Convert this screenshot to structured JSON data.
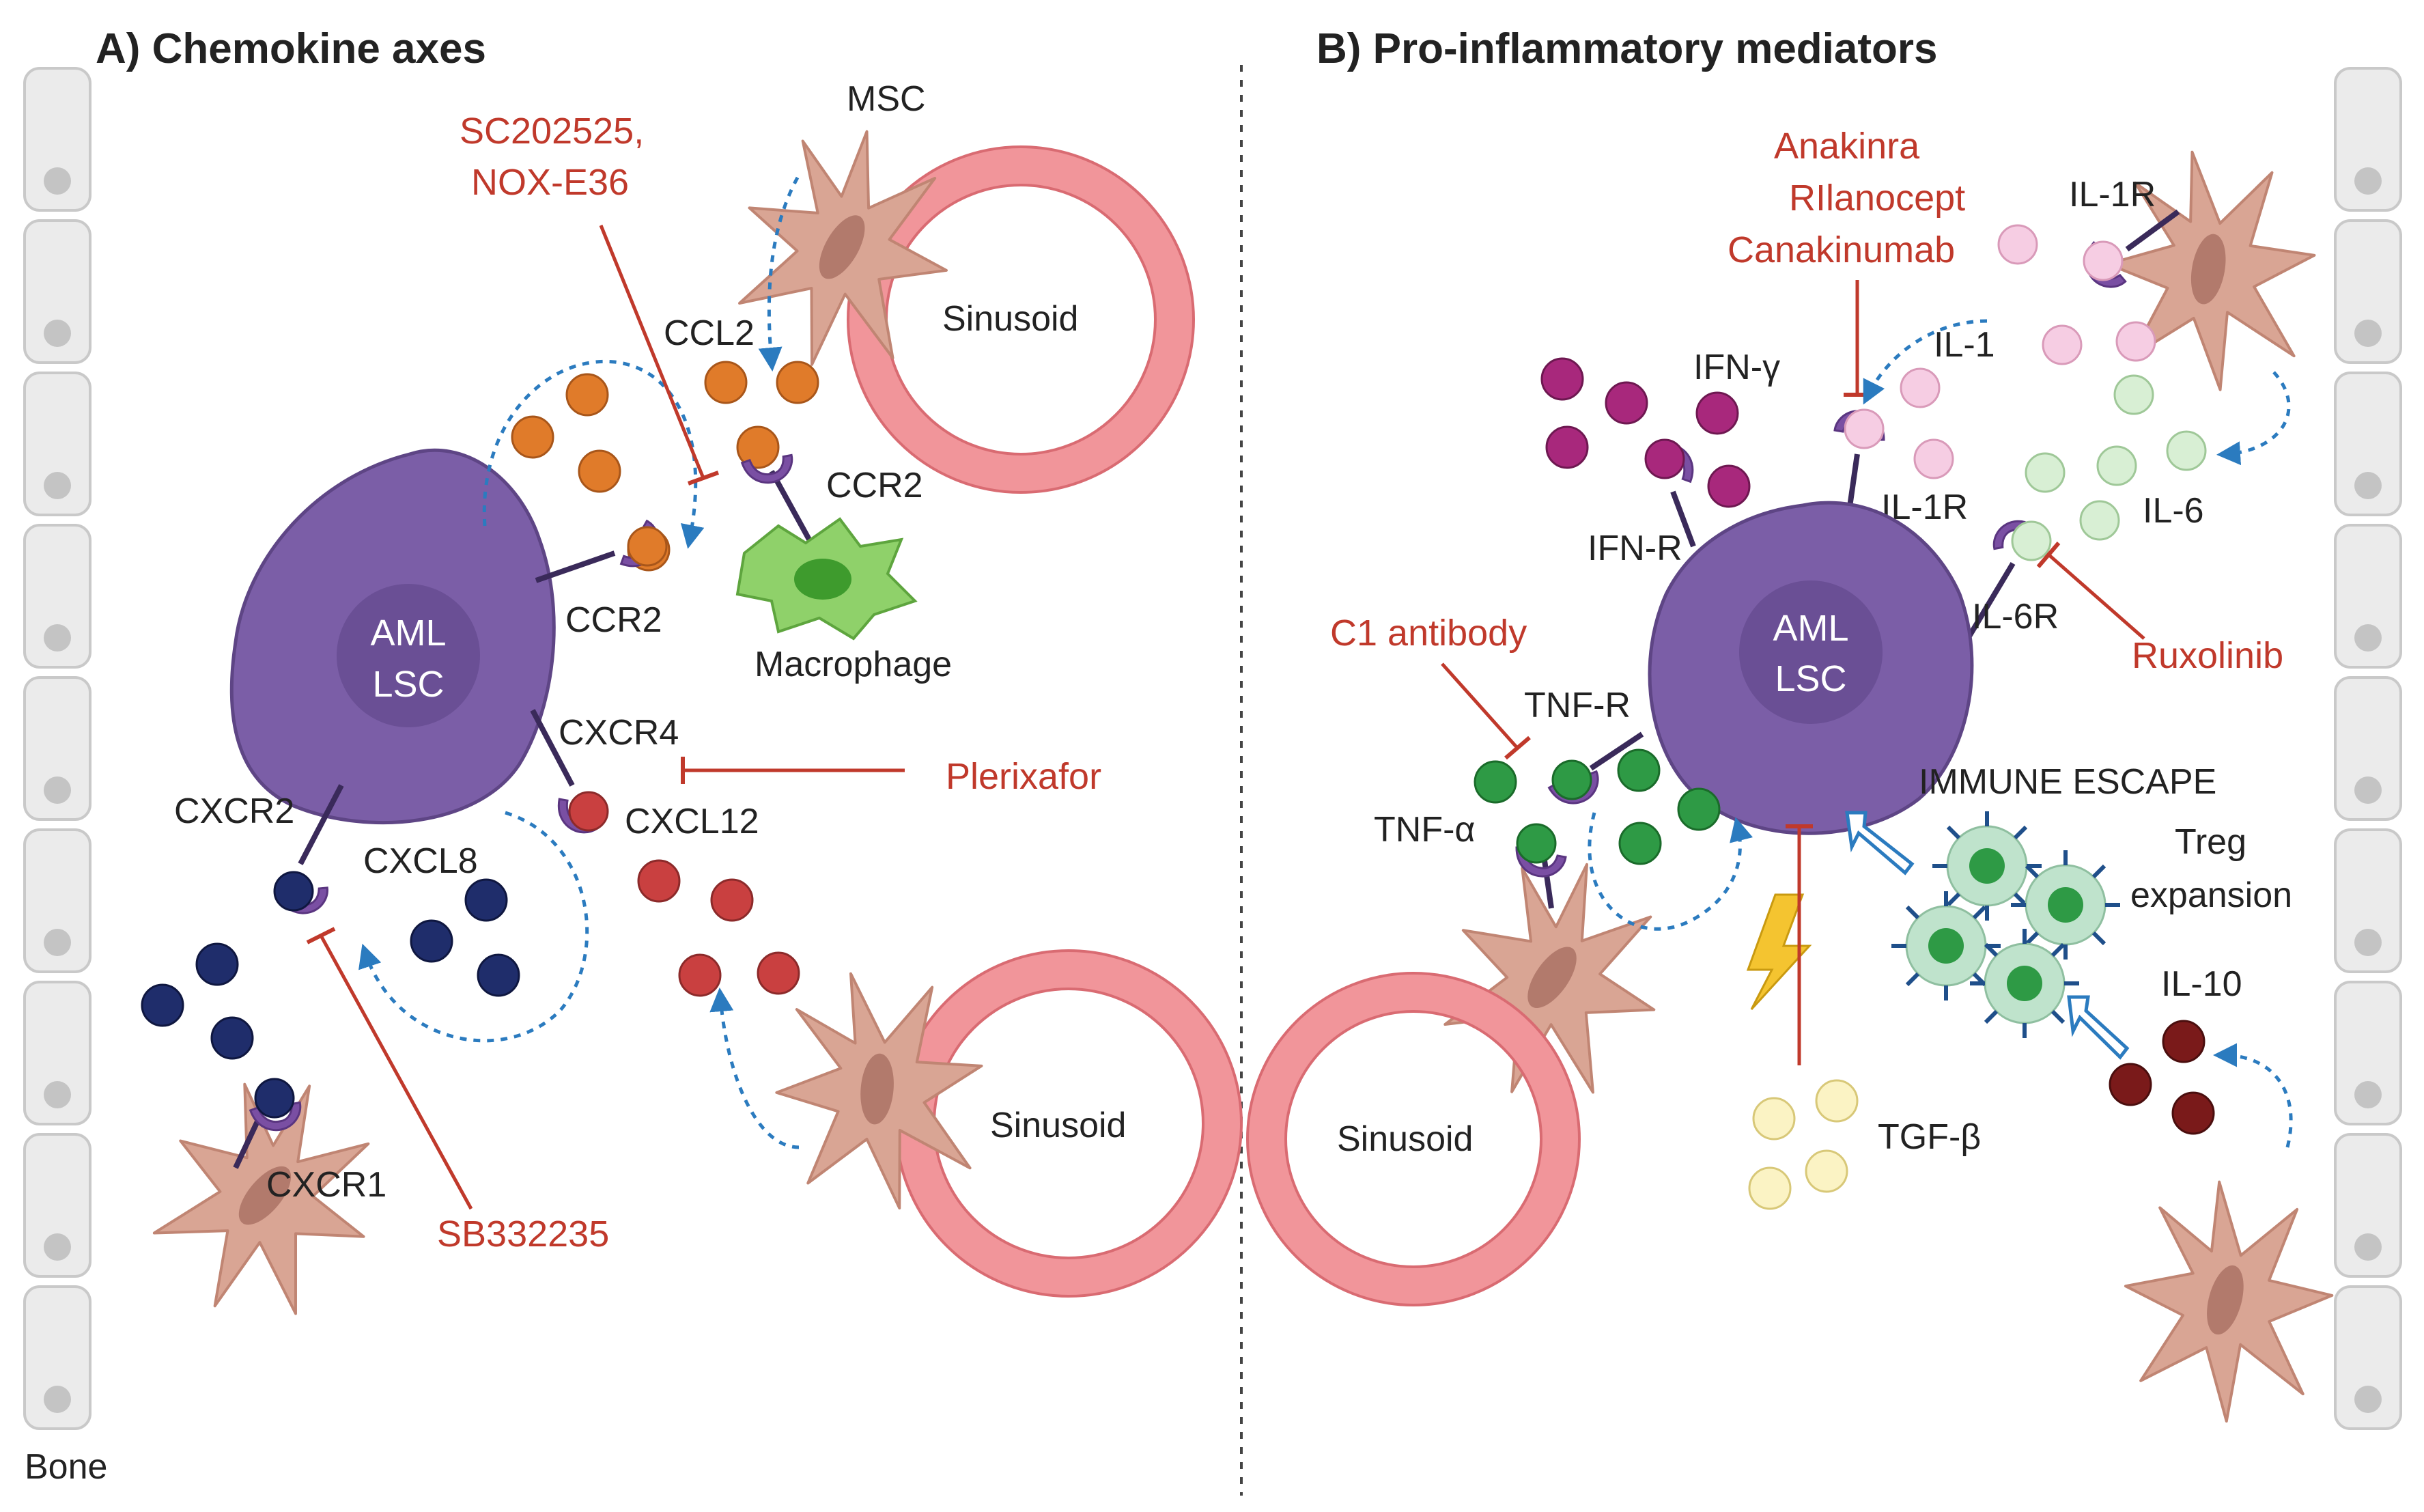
{
  "panels": {
    "a": {
      "title": "A) Chemokine axes",
      "labels": {
        "msc": "MSC",
        "ccl2": "CCL2",
        "sinusoid_top": "Sinusoid",
        "ccr2_macrophage": "CCR2",
        "ccr2_lsc": "CCR2",
        "macrophage": "Macrophage",
        "lsc_line1": "AML",
        "lsc_line2": "LSC",
        "cxcr4": "CXCR4",
        "cxcl12": "CXCL12",
        "cxcr2": "CXCR2",
        "cxcl8": "CXCL8",
        "sinusoid_bottom": "Sinusoid",
        "cxcr1": "CXCR1",
        "bone": "Bone"
      },
      "drugs": {
        "ccr2_inhibitor_line1": "SC202525,",
        "ccr2_inhibitor_line2": "NOX-E36",
        "cxcr4_inhibitor": "Plerixafor",
        "cxcr1_2_inhibitor": "SB332235"
      }
    },
    "b": {
      "title": "B) Pro-inflammatory mediators",
      "labels": {
        "il1r_msc": "IL-1R",
        "ifn_gamma": "IFN-γ",
        "il1": "IL-1",
        "il1r_lsc": "IL-1R",
        "il6": "IL-6",
        "ifn_r": "IFN-R",
        "il6r": "IL-6R",
        "lsc_line1": "AML",
        "lsc_line2": "LSC",
        "tnf_r": "TNF-R",
        "tnf_alpha": "TNF-α",
        "immune_escape": "IMMUNE ESCAPE",
        "treg_line1": "Treg",
        "treg_line2": "expansion",
        "il10": "IL-10",
        "sinusoid": "Sinusoid",
        "tgf_beta": "TGF-β"
      },
      "drugs": {
        "il1_line1": "Anakinra",
        "il1_line2": "RIlanocept",
        "il1_line3": "Canakinumab",
        "tnf_inhibitor": "C1 antibody",
        "jak_inhibitor": "Ruxolinib"
      }
    }
  },
  "colors": {
    "lsc": "#7b5ea7",
    "receptor": "#7a4fa3",
    "ccl2": "#e07b2a",
    "cxcl12": "#c94040",
    "cxcl8": "#1f2d6b",
    "ifn_gamma": "#a8287c",
    "il1": "#f6cde3",
    "il6": "#d8efd4",
    "tnf_alpha": "#2e9a45",
    "tgf_beta": "#fbf3c4",
    "il10": "#7a1a1a",
    "drug_text": "#c0392b",
    "arrow_dotted": "#2b7bbf",
    "msc_cell": "#d9a594",
    "sinusoid": "#f1959a"
  }
}
